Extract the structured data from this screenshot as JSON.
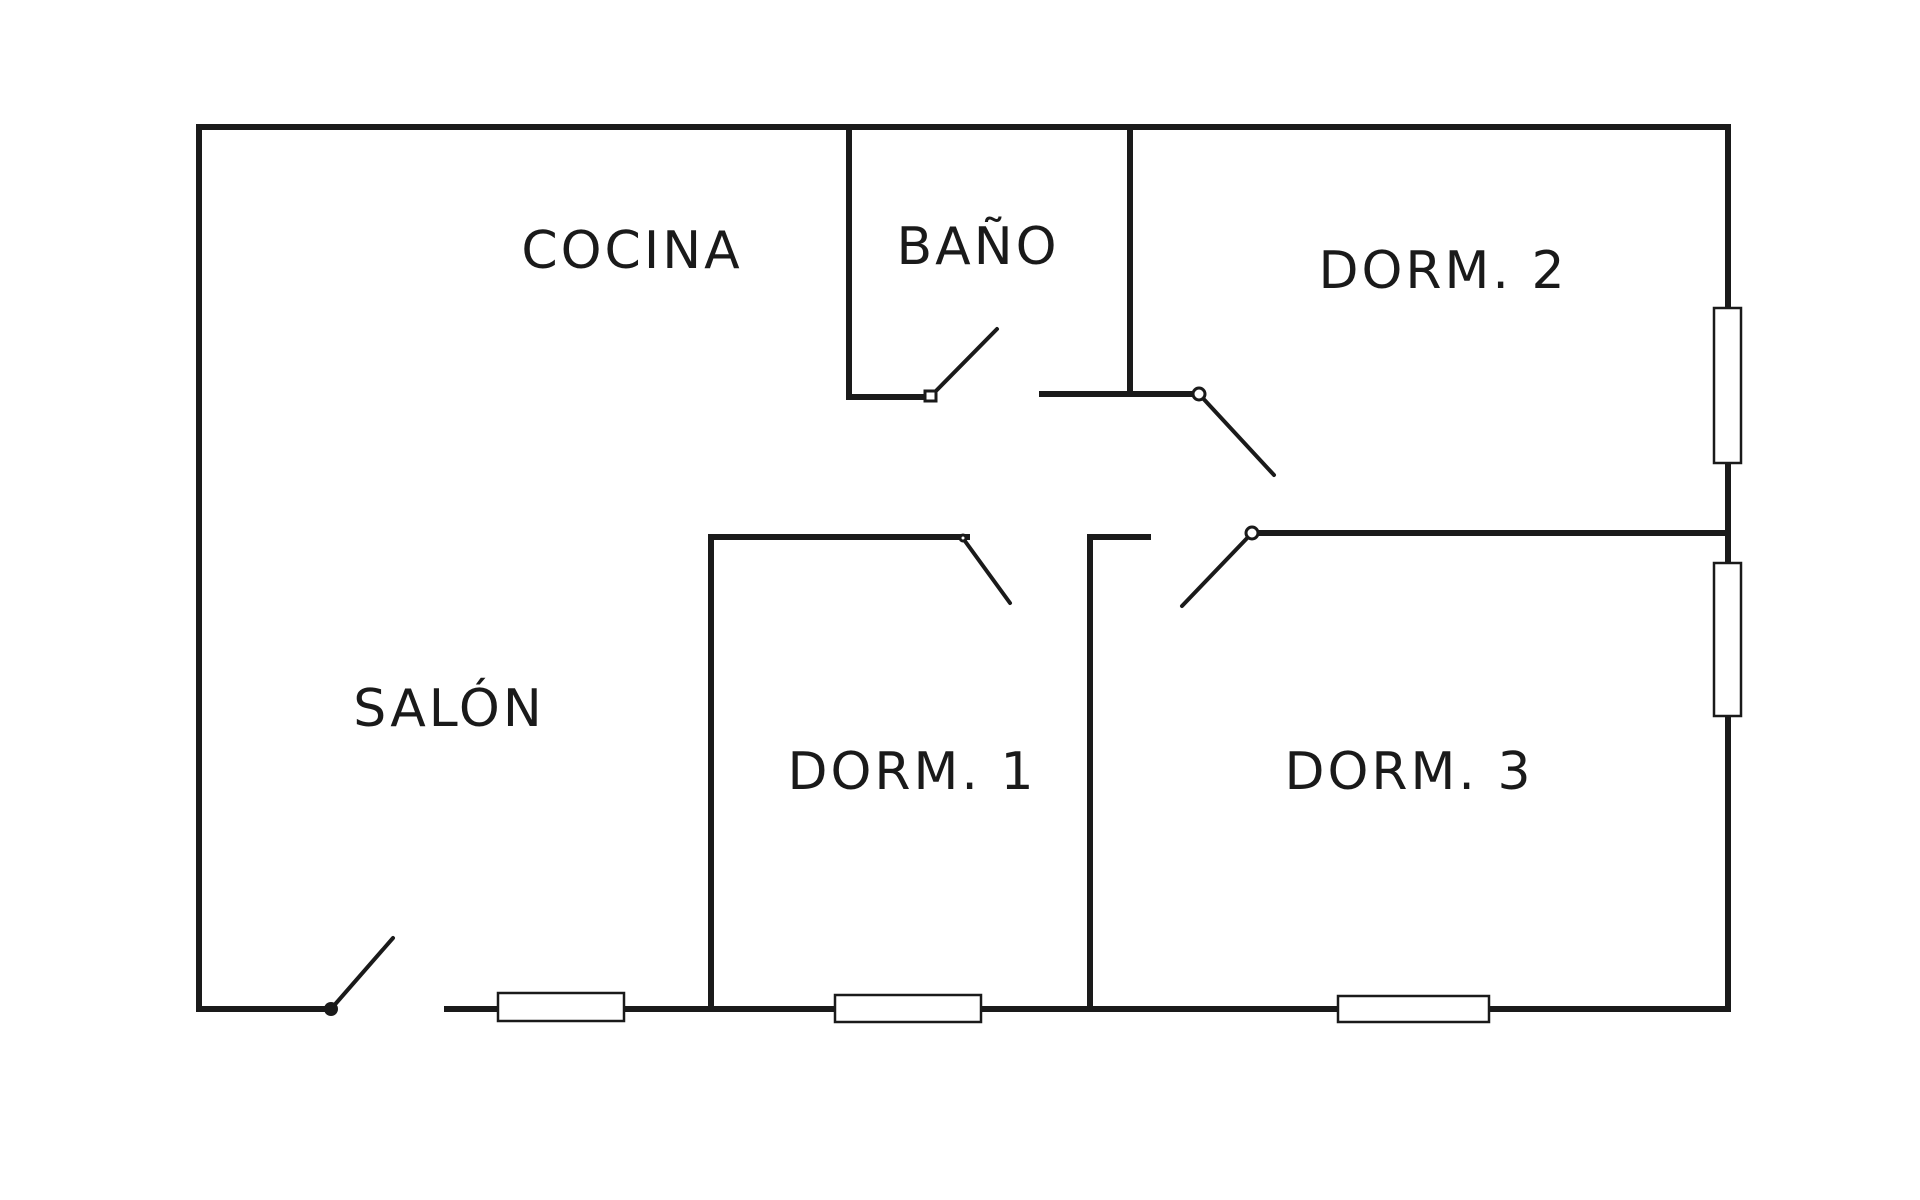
{
  "rooms": {
    "cocina": "COCINA",
    "bano": "BAÑO",
    "dorm2": "DORM. 2",
    "salon": "SALÓN",
    "dorm1": "DORM. 1",
    "dorm3": "DORM. 3"
  }
}
